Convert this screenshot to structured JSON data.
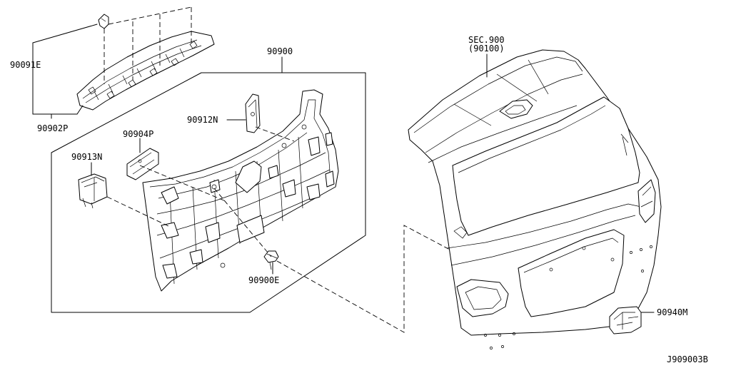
{
  "diagram": {
    "drawing_id": "J909003B",
    "labels": {
      "sec_ref_line1": "SEC.900",
      "sec_ref_line2": "(90100)",
      "assembly": "90900",
      "clip_upper": "90091E",
      "upper_finisher": "90902P",
      "bracket_right": "90912N",
      "plate": "90904P",
      "bracket_left": "90913N",
      "fastener": "90900E",
      "handle": "90940M"
    }
  }
}
